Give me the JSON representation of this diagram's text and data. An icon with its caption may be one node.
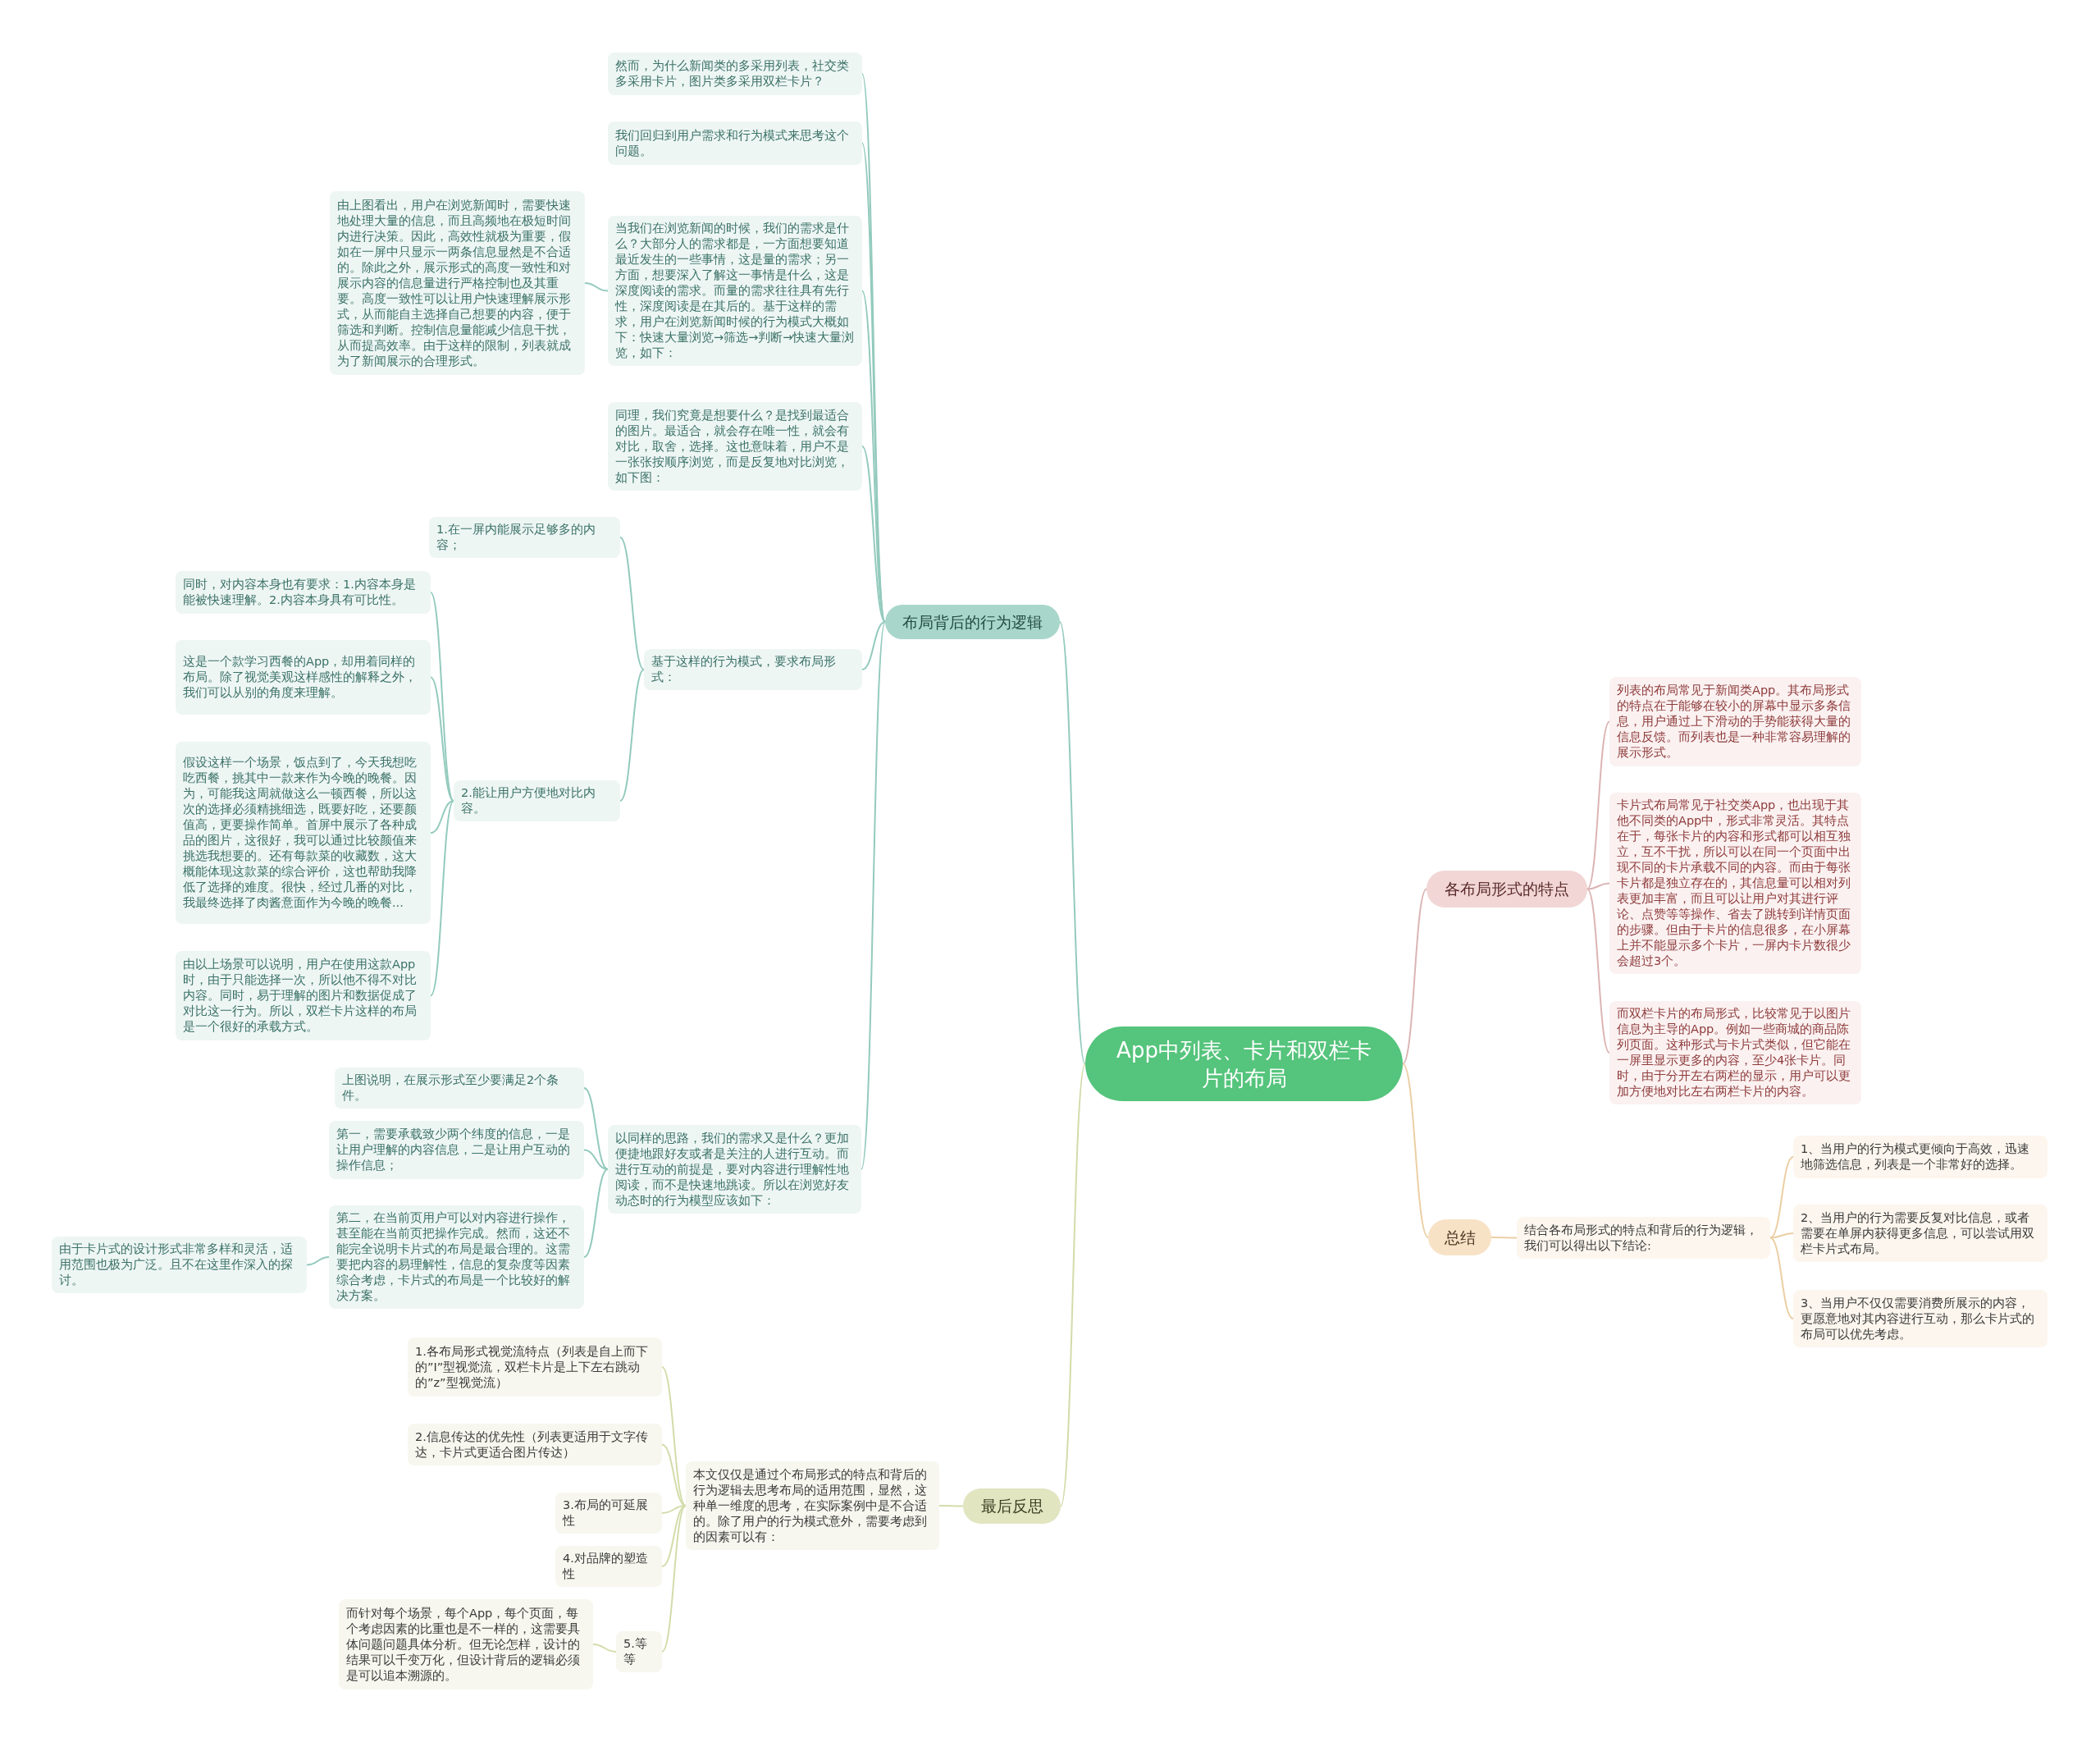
{
  "diagram": {
    "nodes": [
      {
        "text": [
          "App中列表、卡片和双栏卡片的布局"
        ]
      },
      {
        "text": [
          "布局背后的行为逻辑"
        ]
      },
      {
        "text": [
          "然而，为什么新闻类的多采用列表，社交类多采用卡片，图片类多采用双栏卡片？"
        ]
      },
      {
        "text": [
          "我们回归到用户需求和行为模式来思考这个问题。"
        ]
      },
      {
        "text": [
          "当我们在浏览新闻的时候，我们的需求是什么？大部分人的需求都是，一方面想要知道最近发生的一些事情，这是量的需求；另一方面，想要深入了解这一事情是什么，这是深度阅读的需求。而量的需求往往具有先行性，深度阅读是在其后的。基于这样的需求，用户在浏览新闻时候的行为模式大概如下：快速大量浏览→筛选→判断→快速大量浏览，如下："
        ]
      },
      {
        "text": [
          "由上图看出，用户在浏览新闻时，需要快速地处理大量的信息，而且高频地在极短时间内进行决策。因此，高效性就极为重要，假如在一屏中只显示一两条信息显然是不合适的。除此之外，展示形式的高度一致性和对展示内容的信息量进行严格控制也及其重要。高度一致性可以让用户快速理解展示形式，从而能自主选择自己想要的内容，便于筛选和判断。控制信息量能减少信息干扰，从而提高效率。由于这样的限制，列表就成为了新闻展示的合理形式。"
        ]
      },
      {
        "text": [
          "同理，我们究竟是想要什么？是找到最适合的图片。最适合，就会存在唯一性，就会有对比，取舍，选择。这也意味着，用户不是一张张按顺序浏览，而是反复地对比浏览，如下图："
        ]
      },
      {
        "text": [
          "基于这样的行为模式，要求布局形式："
        ]
      },
      {
        "text": [
          "1.在一屏内能展示足够多的内容；"
        ]
      },
      {
        "text": [
          "2.能让用户方便地对比内容。"
        ]
      },
      {
        "text": [
          "同时，对内容本身也有要求：1.内容本身是能被快速理解。2.内容本身具有可比性。"
        ]
      },
      {
        "text": [
          "这是一个款学习西餐的App，却用着同样的布局。除了视觉美观这样感性的解释之外，我们可以从别的角度来理解。"
        ]
      },
      {
        "text": [
          "假设这样一个场景，饭点到了，今天我想吃吃西餐，挑其中一款来作为今晚的晚餐。因为，可能我这周就做这么一顿西餐，所以这次的选择必须精挑细选，既要好吃，还要颜值高，更要操作简单。首屏中展示了各种成品的图片，这很好，我可以通过比较颜值来挑选我想要的。还有每款菜的收藏数，这大概能体现这款菜的综合评价，这也帮助我降低了选择的难度。很快，经过几番的对比，我最终选择了肉酱意面作为今晚的晚餐..."
        ]
      },
      {
        "text": [
          "由以上场景可以说明，用户在使用这款App时，由于只能选择一次，所以他不得不对比内容。同时，易于理解的图片和数据促成了对比这一行为。所以，双栏卡片这样的布局是一个很好的承载方式。"
        ]
      },
      {
        "text": [
          "以同样的思路，我们的需求又是什么？更加便捷地跟好友或者是关注的人进行互动。而进行互动的前提是，要对内容进行理解性地阅读，而不是快速地跳读。所以在浏览好友动态时的行为模型应该如下："
        ]
      },
      {
        "text": [
          "上图说明，在展示形式至少要满足2个条件。"
        ]
      },
      {
        "text": [
          "第一，需要承载致少两个纬度的信息，一是让用户理解的内容信息，二是让用户互动的操作信息；"
        ]
      },
      {
        "text": [
          "第二，在当前页用户可以对内容进行操作，甚至能在当前页把操作完成。然而，这还不能完全说明卡片式的布局是最合理的。这需要把内容的易理解性，信息的复杂度等因素综合考虑，卡片式的布局是一个比较好的解决方案。"
        ]
      },
      {
        "text": [
          "由于卡片式的设计形式非常多样和灵活，适用范围也极为广泛。且不在这里作深入的探讨。"
        ]
      },
      {
        "text": [
          "各布局形式的特点"
        ]
      },
      {
        "text": [
          "列表的布局常见于新闻类App。其布局形式的特点在于能够在较小的屏幕中显示多条信息，用户通过上下滑动的手势能获得大量的信息反馈。而列表也是一种非常容易理解的展示形式。"
        ]
      },
      {
        "text": [
          "卡片式布局常见于社交类App，也出现于其他不同类的App中，形式非常灵活。其特点在于，每张卡片的内容和形式都可以相互独立，互不干扰，所以可以在同一个页面中出现不同的卡片承载不同的内容。而由于每张卡片都是独立存在的，其信息量可以相对列表更加丰富，而且可以让用户对其进行评论、点赞等等操作、省去了跳转到详情页面的步骤。但由于卡片的信息很多，在小屏幕上并不能显示多个卡片，一屏内卡片数很少会超过3个。"
        ]
      },
      {
        "text": [
          "而双栏卡片的布局形式，比较常见于以图片信息为主导的App。例如一些商城的商品陈列页面。这种形式与卡片式类似，但它能在一屏里显示更多的内容，至少4张卡片。同时，由于分开左右两栏的显示，用户可以更加方便地对比左右两栏卡片的内容。"
        ]
      },
      {
        "text": [
          "总结"
        ]
      },
      {
        "text": [
          "结合各布局形式的特点和背后的行为逻辑，我们可以得出以下结论:"
        ]
      },
      {
        "text": [
          "1、当用户的行为模式更倾向于高效，迅速地筛选信息，列表是一个非常好的选择。"
        ]
      },
      {
        "text": [
          "2、当用户的行为需要反复对比信息，或者需要在单屏内获得更多信息，可以尝试用双栏卡片式布局。"
        ]
      },
      {
        "text": [
          "3、当用户不仅仅需要消费所展示的内容，更愿意地对其内容进行互动，那么卡片式的布局可以优先考虑。"
        ]
      },
      {
        "text": [
          "最后反思"
        ]
      },
      {
        "text": [
          "本文仅仅是通过个布局形式的特点和背后的行为逻辑去思考布局的适用范围，显然，这种单一维度的思考，在实际案例中是不合适的。除了用户的行为模式意外，需要考虑到的因素可以有："
        ]
      },
      {
        "text": [
          "1.各布局形式视觉流特点（列表是自上而下的”I”型视觉流，双栏卡片是上下左右跳动的”z”型视觉流）"
        ]
      },
      {
        "text": [
          "2.信息传达的优先性（列表更适用于文字传达，卡片式更适合图片传达）"
        ]
      },
      {
        "text": [
          "3.布局的可延展性"
        ]
      },
      {
        "text": [
          "4.对品牌的塑造性"
        ]
      },
      {
        "text": [
          "5.等等"
        ]
      },
      {
        "text": [
          "而针对每个场景，每个App，每个页面，每个考虑因素的比重也是不一样的，这需要具体问题问题具体分析。但无论怎样，设计的结果可以千变万化，但设计背后的逻辑必须是可以追本溯源的。"
        ]
      }
    ],
    "edges": [
      {
        "from": 0,
        "to": 1,
        "arrow": "none"
      },
      {
        "from": 1,
        "to": 2,
        "arrow": "none"
      },
      {
        "from": 1,
        "to": 3,
        "arrow": "none"
      },
      {
        "from": 1,
        "to": 4,
        "arrow": "none"
      },
      {
        "from": 4,
        "to": 5,
        "arrow": "none"
      },
      {
        "from": 1,
        "to": 6,
        "arrow": "none"
      },
      {
        "from": 1,
        "to": 7,
        "arrow": "none"
      },
      {
        "from": 7,
        "to": 8,
        "arrow": "none"
      },
      {
        "from": 7,
        "to": 9,
        "arrow": "none"
      },
      {
        "from": 9,
        "to": 10,
        "arrow": "none"
      },
      {
        "from": 9,
        "to": 11,
        "arrow": "none"
      },
      {
        "from": 9,
        "to": 12,
        "arrow": "none"
      },
      {
        "from": 9,
        "to": 13,
        "arrow": "none"
      },
      {
        "from": 1,
        "to": 14,
        "arrow": "none"
      },
      {
        "from": 14,
        "to": 15,
        "arrow": "none"
      },
      {
        "from": 14,
        "to": 16,
        "arrow": "none"
      },
      {
        "from": 14,
        "to": 17,
        "arrow": "none"
      },
      {
        "from": 17,
        "to": 18,
        "arrow": "none"
      },
      {
        "from": 0,
        "to": 19,
        "arrow": "none",
        "color": "#dcb4b4"
      },
      {
        "from": 19,
        "to": 20,
        "arrow": "none",
        "color": "#dcb4b4"
      },
      {
        "from": 19,
        "to": 21,
        "arrow": "none",
        "color": "#dcb4b4"
      },
      {
        "from": 19,
        "to": 22,
        "arrow": "none",
        "color": "#dcb4b4"
      },
      {
        "from": 0,
        "to": 23,
        "arrow": "none",
        "color": "#ebcfa4"
      },
      {
        "from": 23,
        "to": 24,
        "arrow": "none",
        "color": "#ebcfa4"
      },
      {
        "from": 24,
        "to": 25,
        "arrow": "none",
        "color": "#ebcfa4"
      },
      {
        "from": 24,
        "to": 26,
        "arrow": "none",
        "color": "#ebcfa4"
      },
      {
        "from": 24,
        "to": 27,
        "arrow": "none",
        "color": "#ebcfa4"
      },
      {
        "from": 0,
        "to": 28,
        "arrow": "none",
        "color": "#d3dcaa"
      },
      {
        "from": 28,
        "to": 29,
        "arrow": "none",
        "color": "#d3dcaa"
      },
      {
        "from": 29,
        "to": 30,
        "arrow": "none",
        "color": "#d3dcaa"
      },
      {
        "from": 29,
        "to": 31,
        "arrow": "none",
        "color": "#d3dcaa"
      },
      {
        "from": 29,
        "to": 32,
        "arrow": "none",
        "color": "#d3dcaa"
      },
      {
        "from": 29,
        "to": 33,
        "arrow": "none",
        "color": "#d3dcaa"
      },
      {
        "from": 29,
        "to": 34,
        "arrow": "none",
        "color": "#d3dcaa"
      },
      {
        "from": 34,
        "to": 35,
        "arrow": "none",
        "color": "#d3dcaa"
      }
    ]
  }
}
